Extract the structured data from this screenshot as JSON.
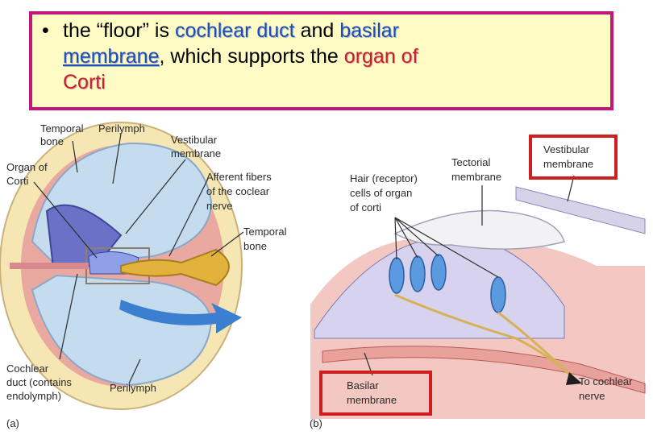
{
  "slide": {
    "bullet": "•",
    "text_1": "the “floor” is ",
    "term_cochlear_duct": "cochlear duct",
    "text_2": " and ",
    "term_basilar": "basilar",
    "term_membrane": "membrane",
    "text_3": ", which supports the ",
    "term_organ_of": "organ of",
    "term_corti": "Corti"
  },
  "colors": {
    "callout_border": "#c1177a",
    "callout_fill": "#fffbc4",
    "term_blue": "#1b4fb3",
    "term_red": "#c3222c",
    "highlight_box": "#cc1f1f"
  },
  "figure_a": {
    "temporal_bone_top_1": "Temporal",
    "temporal_bone_top_2": "bone",
    "perilymph_top": "Perilymph",
    "vestibular_membrane_1": "Vestibular",
    "vestibular_membrane_2": "membrane",
    "organ_of_corti_1": "Organ of",
    "organ_of_corti_2": "Corti",
    "afferent_1": "Afferent fibers",
    "afferent_2": "of the coclear",
    "afferent_3": "nerve",
    "temporal_bone_right_1": "Temporal",
    "temporal_bone_right_2": "bone",
    "cochlear_duct_1": "Cochlear",
    "cochlear_duct_2": "duct (contains",
    "cochlear_duct_3": "endolymph)",
    "perilymph_bottom": "Perilymph",
    "panel_label": "(a)"
  },
  "figure_b": {
    "hair_cells_1": "Hair (receptor)",
    "hair_cells_2": "cells of organ",
    "hair_cells_3": "of corti",
    "tectorial_1": "Tectorial",
    "tectorial_2": "membrane",
    "vestibular_1": "Vestibular",
    "vestibular_2": "membrane",
    "basilar_1": "Basilar",
    "basilar_2": "membrane",
    "to_cochlear_1": "To cochlear",
    "to_cochlear_2": "nerve",
    "panel_label": "(b)"
  }
}
